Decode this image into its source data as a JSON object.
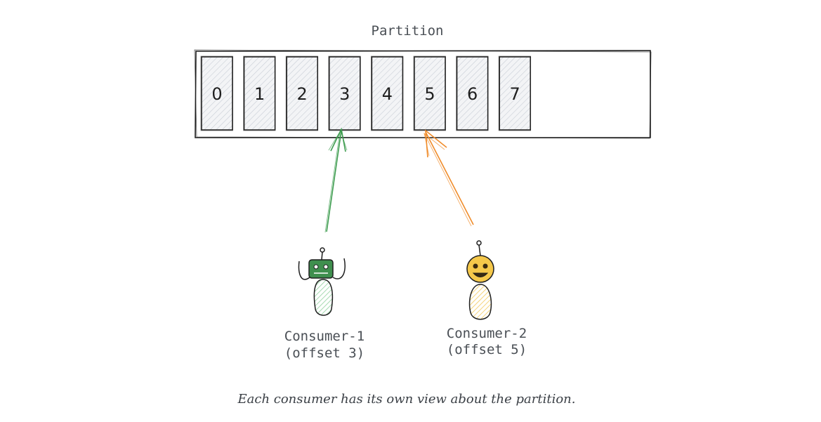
{
  "diagram": {
    "title": "Partition",
    "cells": [
      "0",
      "1",
      "2",
      "3",
      "4",
      "5",
      "6",
      "7"
    ],
    "consumers": [
      {
        "name": "Consumer-1",
        "offset_label": "(offset 3)",
        "offset": 3,
        "color": "#3f9d50",
        "fill": "#b8e0c0"
      },
      {
        "name": "Consumer-2",
        "offset_label": "(offset 5)",
        "offset": 5,
        "color": "#f08c2a",
        "fill": "#f5d98a"
      }
    ],
    "caption": "Each consumer has its own view about the partition."
  }
}
